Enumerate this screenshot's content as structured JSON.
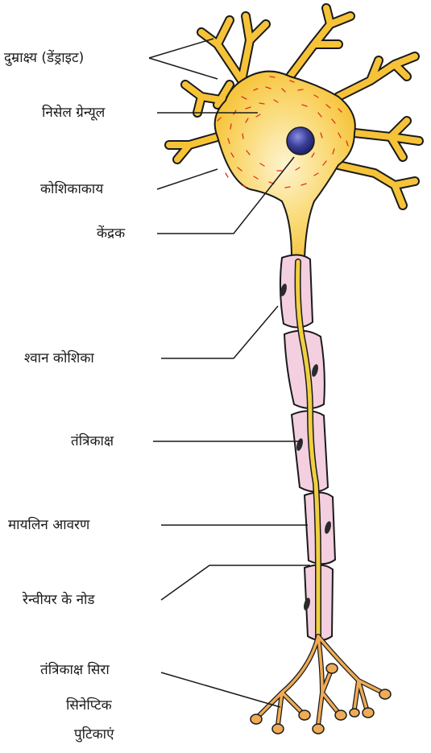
{
  "diagram": {
    "labels": {
      "dendrite": "दुम्राक्ष्य (डेंड्राइट)",
      "nissl_granules": "निसेल ग्रेन्यूल",
      "cell_body": "कोशिकाकाय",
      "nucleus": "केंद्रक",
      "schwann_cell": "श्वान कोशिका",
      "axon": "तंत्रिकाक्ष",
      "myelin_sheath": "मायलिन आवरण",
      "nodes_of_ranvier": "रेन्वीयर के नोड",
      "axon_terminal": "तंत्रिकाक्ष सिरा",
      "synaptic_vesicles_line1": "सिनेप्टिक",
      "synaptic_vesicles_line2": "पुटिकाएं"
    },
    "colors": {
      "cell_body": "#f6c338",
      "cell_body_light": "#fdf4d0",
      "granules": "#e0301e",
      "nucleus": "#3a3f9a",
      "axon": "#f0d040",
      "schwann": "#f3cfe0",
      "schwann_nucleus": "#2a2a2a",
      "terminal": "#efab55",
      "outline": "#1a1a1a"
    }
  }
}
